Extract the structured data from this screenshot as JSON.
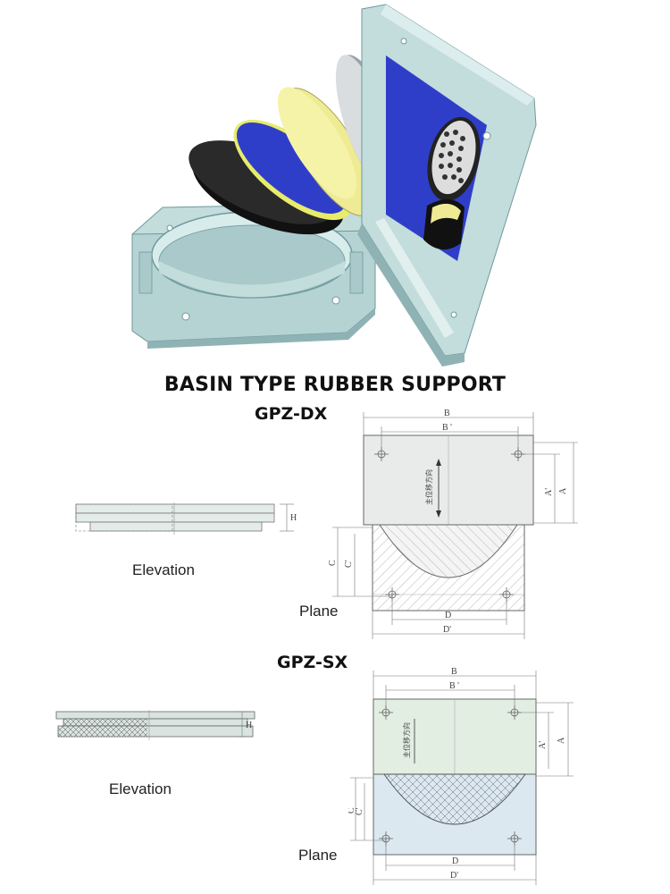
{
  "title": "BASIN TYPE RUBBER SUPPORT",
  "models": [
    {
      "name": "GPZ-DX",
      "elevation_label": "Elevation",
      "plane_label": "Plane"
    },
    {
      "name": "GPZ-SX",
      "elevation_label": "Elevation",
      "plane_label": "Plane"
    }
  ],
  "dimension_labels": {
    "B": "B",
    "B_prime": "B '",
    "A": "A",
    "A_prime": "A'",
    "C": "C",
    "C_prime": "C'",
    "D": "D",
    "D_prime": "D'",
    "H": "H"
  },
  "plate_note": "主位移方向",
  "colors": {
    "plate_light": "#c3dcdc",
    "plate_dark": "#8fb3b5",
    "rubber": "#1b1b1b",
    "ring_yellow": "#f4f3a8",
    "blue_inner": "#2f3ec8",
    "drawing_plate": "#e9eaea",
    "drawing_plate_sx": "#e3eee3",
    "drawing_base_sx": "#dbe8f0"
  }
}
